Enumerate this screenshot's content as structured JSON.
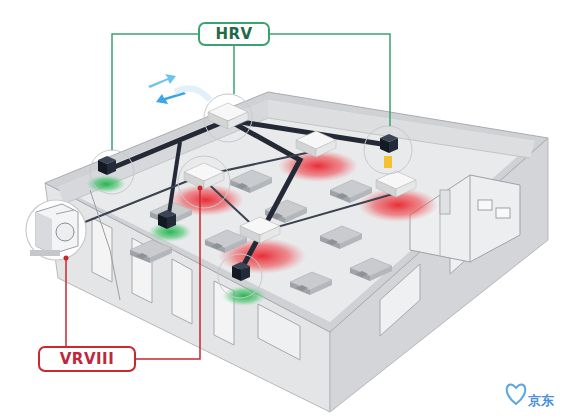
{
  "diagram": {
    "nodes": [
      {
        "text": [
          "HRV"
        ]
      },
      {
        "text": [
          "VRVIII"
        ]
      }
    ],
    "labels": [
      "京东"
    ]
  }
}
